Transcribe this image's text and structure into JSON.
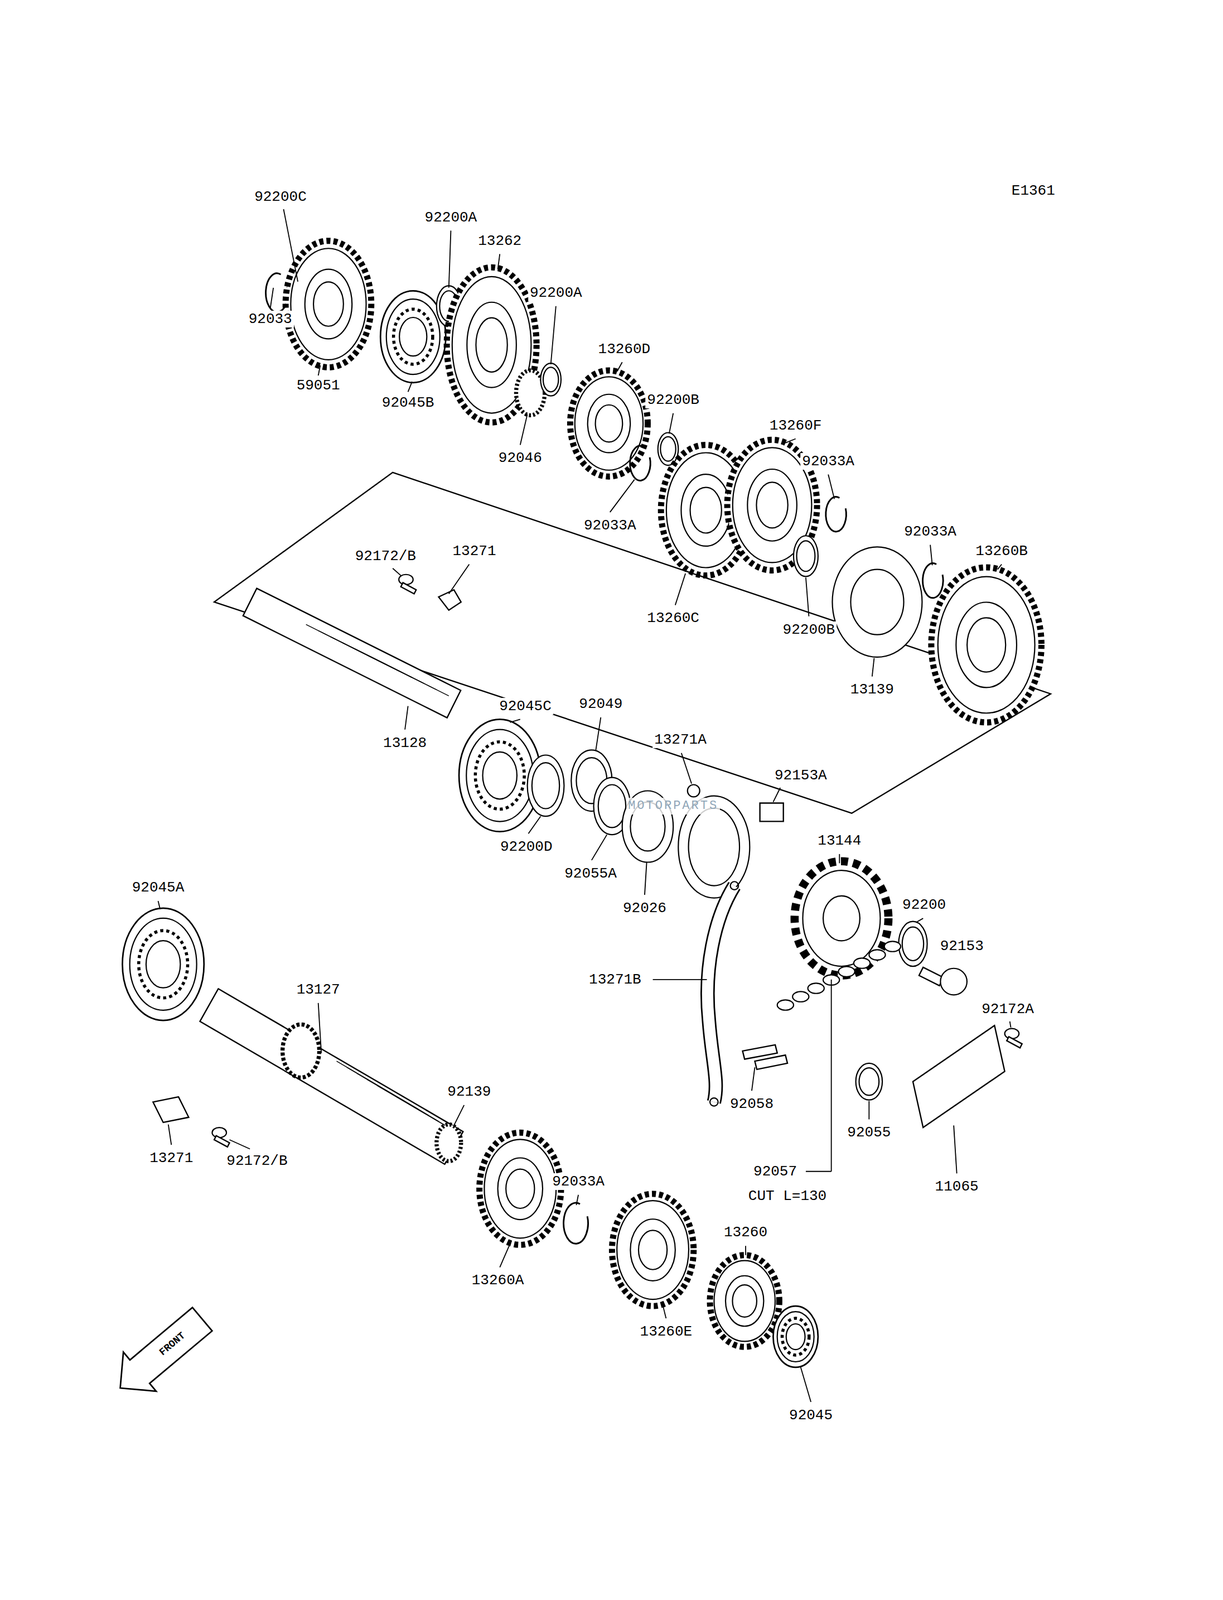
{
  "diagram": {
    "labels": [
      "E1361",
      "92200C",
      "92200A",
      "13262",
      "92200A",
      "92033",
      "13260D",
      "59051",
      "92045B",
      "92200B",
      "13260F",
      "92046",
      "92033A",
      "92033A",
      "92033A",
      "13260B",
      "92172/B",
      "13271",
      "13260C",
      "92200B",
      "13139",
      "92049",
      "92045C",
      "13271A",
      "13128",
      "92153A",
      "MOTORPARTS",
      "13144",
      "92200D",
      "92055A",
      "92045A",
      "92200",
      "92026",
      "92153",
      "13271B",
      "13127",
      "92172A",
      "92139",
      "92058",
      "92055",
      "13271",
      "92172/B",
      "92057",
      "92033A",
      "11065",
      "CUT L=130",
      "13260",
      "13260A",
      "13260E",
      "FRONT",
      "92045"
    ]
  }
}
